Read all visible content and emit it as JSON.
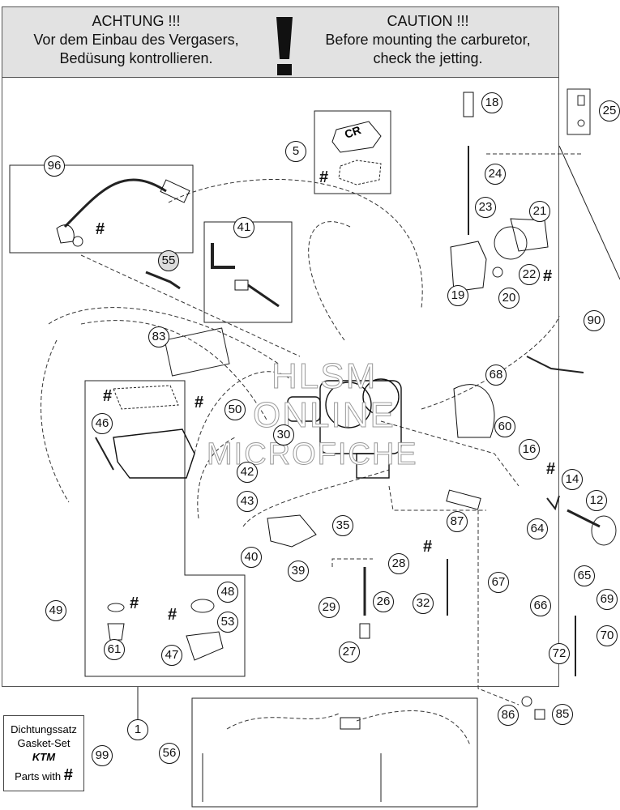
{
  "header": {
    "de_title": "ACHTUNG !!!",
    "de_line1": "Vor dem Einbau des Vergasers,",
    "de_line2": "Bedüsung kontrollieren.",
    "en_title": "CAUTION !!!",
    "en_line1": "Before mounting the carburetor,",
    "en_line2": "check the jetting.",
    "symbol": "!"
  },
  "watermark": {
    "line1": "HLSM",
    "line2": "ONLINE",
    "line3": "MICROFICHE"
  },
  "parts": [
    "1",
    "5",
    "12",
    "14",
    "16",
    "18",
    "19",
    "20",
    "21",
    "22",
    "23",
    "24",
    "25",
    "26",
    "27",
    "28",
    "29",
    "30",
    "32",
    "35",
    "39",
    "40",
    "41",
    "42",
    "43",
    "46",
    "47",
    "48",
    "49",
    "50",
    "53",
    "55",
    "56",
    "60",
    "61",
    "64",
    "65",
    "66",
    "67",
    "68",
    "69",
    "70",
    "72",
    "83",
    "85",
    "86",
    "87",
    "90",
    "96",
    "99"
  ],
  "kit": {
    "line1": "Dichtungssatz",
    "line2": "Gasket-Set",
    "brand": "KTM",
    "line3": "Parts with"
  },
  "hash_symbol": "#",
  "part_label_cr": "CR"
}
